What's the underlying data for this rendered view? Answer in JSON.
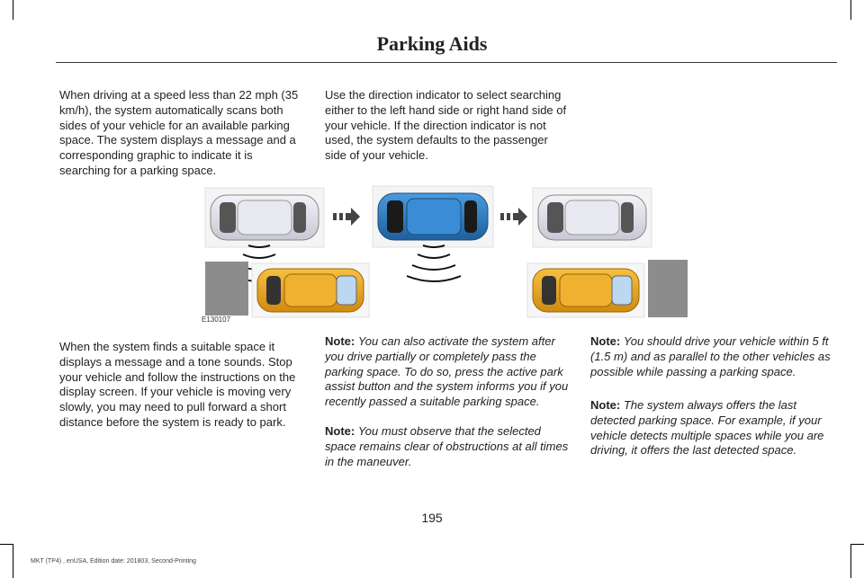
{
  "header": {
    "title": "Parking Aids"
  },
  "intro_left": "When driving at a speed less than 22 mph (35 km/h), the system automatically scans both sides of your vehicle for an available parking space. The system displays a message and a corresponding graphic to indicate it is searching for a parking space.",
  "intro_right": "Use the direction indicator to select searching either to the left hand side or right hand side of your vehicle. If the direction indicator is not used, the system defaults to the passenger side of your vehicle.",
  "figure": {
    "code": "E130107",
    "colors": {
      "white_car": "#dcdce6",
      "blue_car": "#2f7fc4",
      "orange_car": "#e8a21e",
      "obstacle": "#8c8c8c"
    },
    "icons": [
      "arrow-right-icon",
      "sensor-wave-icon"
    ]
  },
  "body_left": "When the system finds a suitable space it displays a message and a tone sounds. Stop your vehicle and follow the instructions on the display screen. If your vehicle is moving very slowly, you may need to pull forward a short distance before the system is ready to park.",
  "notes": [
    {
      "label": "Note:",
      "text": "You can also activate the system after you drive partially or completely pass the parking space. To do so, press the active park assist button and the system informs you if you recently passed a suitable parking space."
    },
    {
      "label": "Note:",
      "text": "You must observe that the selected space remains clear of obstructions at all times in the maneuver."
    },
    {
      "label": "Note:",
      "text": "You should drive your vehicle within 5 ft (1.5 m) and as parallel to the other vehicles as possible while passing a parking space."
    },
    {
      "label": "Note:",
      "text": "The system always offers the last detected parking space. For example, if your vehicle detects multiple spaces while you are driving, it offers the last detected space."
    }
  ],
  "page_number": "195",
  "footer": "MKT (TP4) , enUSA, Edition date: 201803, Second-Printing"
}
